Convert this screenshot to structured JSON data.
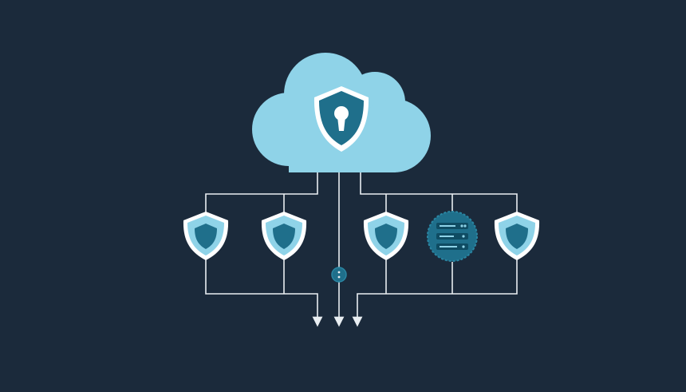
{
  "diagram": {
    "nodes": [
      {
        "id": "cloud",
        "kind": "cloud",
        "icon": "keyhole-shield-icon"
      },
      {
        "id": "shield-1",
        "kind": "shield",
        "icon": "shield-icon"
      },
      {
        "id": "shield-2",
        "kind": "shield",
        "icon": "shield-icon"
      },
      {
        "id": "shield-3",
        "kind": "shield",
        "icon": "shield-icon"
      },
      {
        "id": "server",
        "kind": "server-badge",
        "icon": "server-icon"
      },
      {
        "id": "shield-4",
        "kind": "shield",
        "icon": "shield-icon"
      },
      {
        "id": "junction",
        "kind": "junction",
        "icon": "info-dot-icon"
      }
    ],
    "outputs": [
      {
        "id": "out-left",
        "icon": "arrow-down-icon"
      },
      {
        "id": "out-center",
        "icon": "arrow-down-icon"
      },
      {
        "id": "out-right",
        "icon": "arrow-down-icon"
      }
    ]
  },
  "colors": {
    "background": "#1b2a3b",
    "cloud": "#8fd3e8",
    "shield_light": "#8fd3e8",
    "shield_dark": "#1f6f8b",
    "shield_outline": "#ffffff",
    "line": "#e9eef2",
    "server_badge": "#1f6f8b",
    "server_bars": "#0f4c63"
  }
}
